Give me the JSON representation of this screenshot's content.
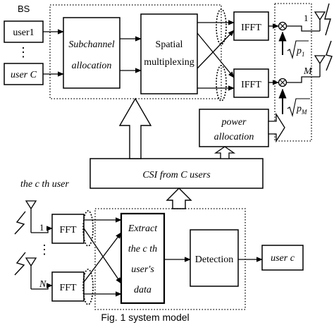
{
  "bs_label": "BS",
  "user_top": "user1",
  "user_bottom_word": "user",
  "user_bottom_letter": "C",
  "user_dots": "⋮",
  "subchannel_line1": "Subchannel",
  "subchannel_line2": "allocation",
  "spatial_line1": "Spatial",
  "spatial_line2": "multiplexing",
  "ifft_top": "IFFT",
  "ifft_bottom": "IFFT",
  "antenna_top_index": "1",
  "antenna_bottom_index": "M",
  "sqrt_top_sub": "1",
  "sqrt_bottom_sub": "M",
  "sqrt_p": "p",
  "power_line1": "power",
  "power_line2": "allocation",
  "csi_label": "CSI  from C users",
  "receiver_label": "the c th user",
  "rx_antenna_top": "1",
  "rx_antenna_bottom": "N",
  "rx_dots": "⋮",
  "fft_top": "FFT",
  "fft_bottom": "FFT",
  "extract_line1": "Extract",
  "extract_line2": "the c th",
  "extract_line3": "user's",
  "extract_line4": "data",
  "detection_label": "Detection",
  "output_label": "user c",
  "caption": "Fig. 1 system model"
}
